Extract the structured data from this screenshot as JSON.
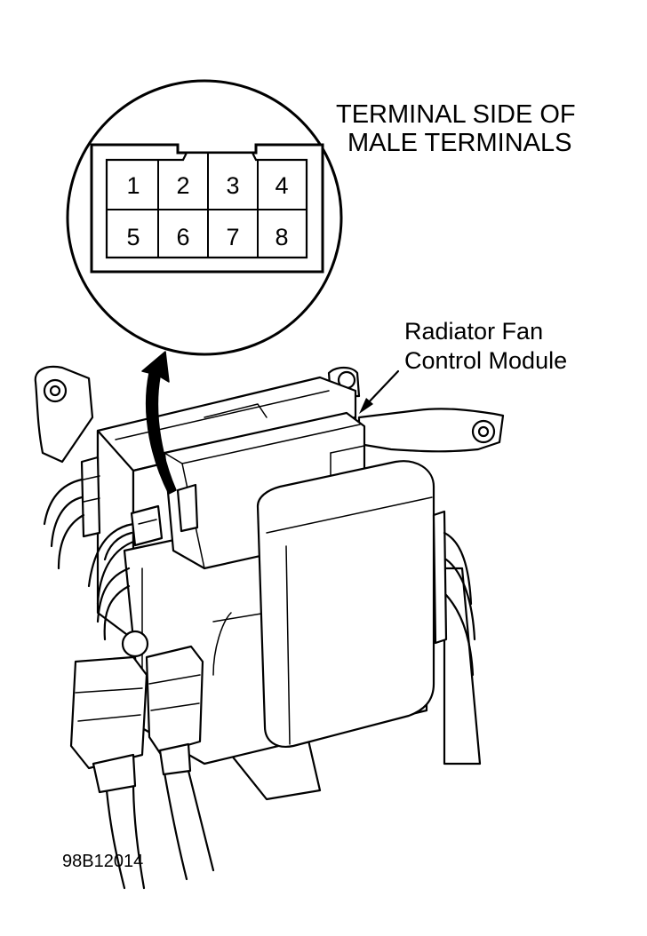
{
  "diagram": {
    "heading_line1": "TERMINAL SIDE OF",
    "heading_line2": "MALE TERMINALS",
    "component_line1": "Radiator Fan",
    "component_line2": "Control Module",
    "figure_id": "98B12014"
  },
  "connector": {
    "pins": [
      "1",
      "2",
      "3",
      "4",
      "5",
      "6",
      "7",
      "8"
    ]
  }
}
